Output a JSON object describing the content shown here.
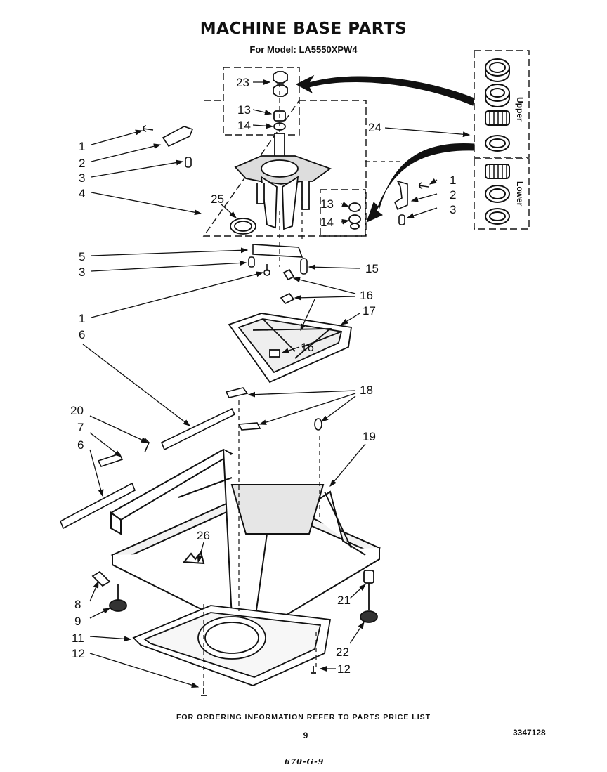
{
  "header": {
    "title": "MACHINE BASE PARTS",
    "model_line": "For Model: LA5550XPW4"
  },
  "callouts": {
    "c1": "1",
    "c2": "2",
    "c3": "3",
    "c4": "4",
    "c5": "5",
    "c6": "6",
    "c7": "7",
    "c8": "8",
    "c9": "9",
    "c11": "11",
    "c12": "12",
    "c13": "13",
    "c14": "14",
    "c15": "15",
    "c16": "16",
    "c17": "17",
    "c18": "18",
    "c19": "19",
    "c20": "20",
    "c21": "21",
    "c22": "22",
    "c23": "23",
    "c24": "24",
    "c25": "25",
    "c26": "26"
  },
  "bearing_panel": {
    "upper_label": "Upper",
    "lower_label": "Lower"
  },
  "footer": {
    "ordering_note": "FOR ORDERING INFORMATION REFER TO PARTS PRICE LIST",
    "page_number": "9",
    "document_number": "3347128",
    "handwritten_note": "670-G-9"
  }
}
